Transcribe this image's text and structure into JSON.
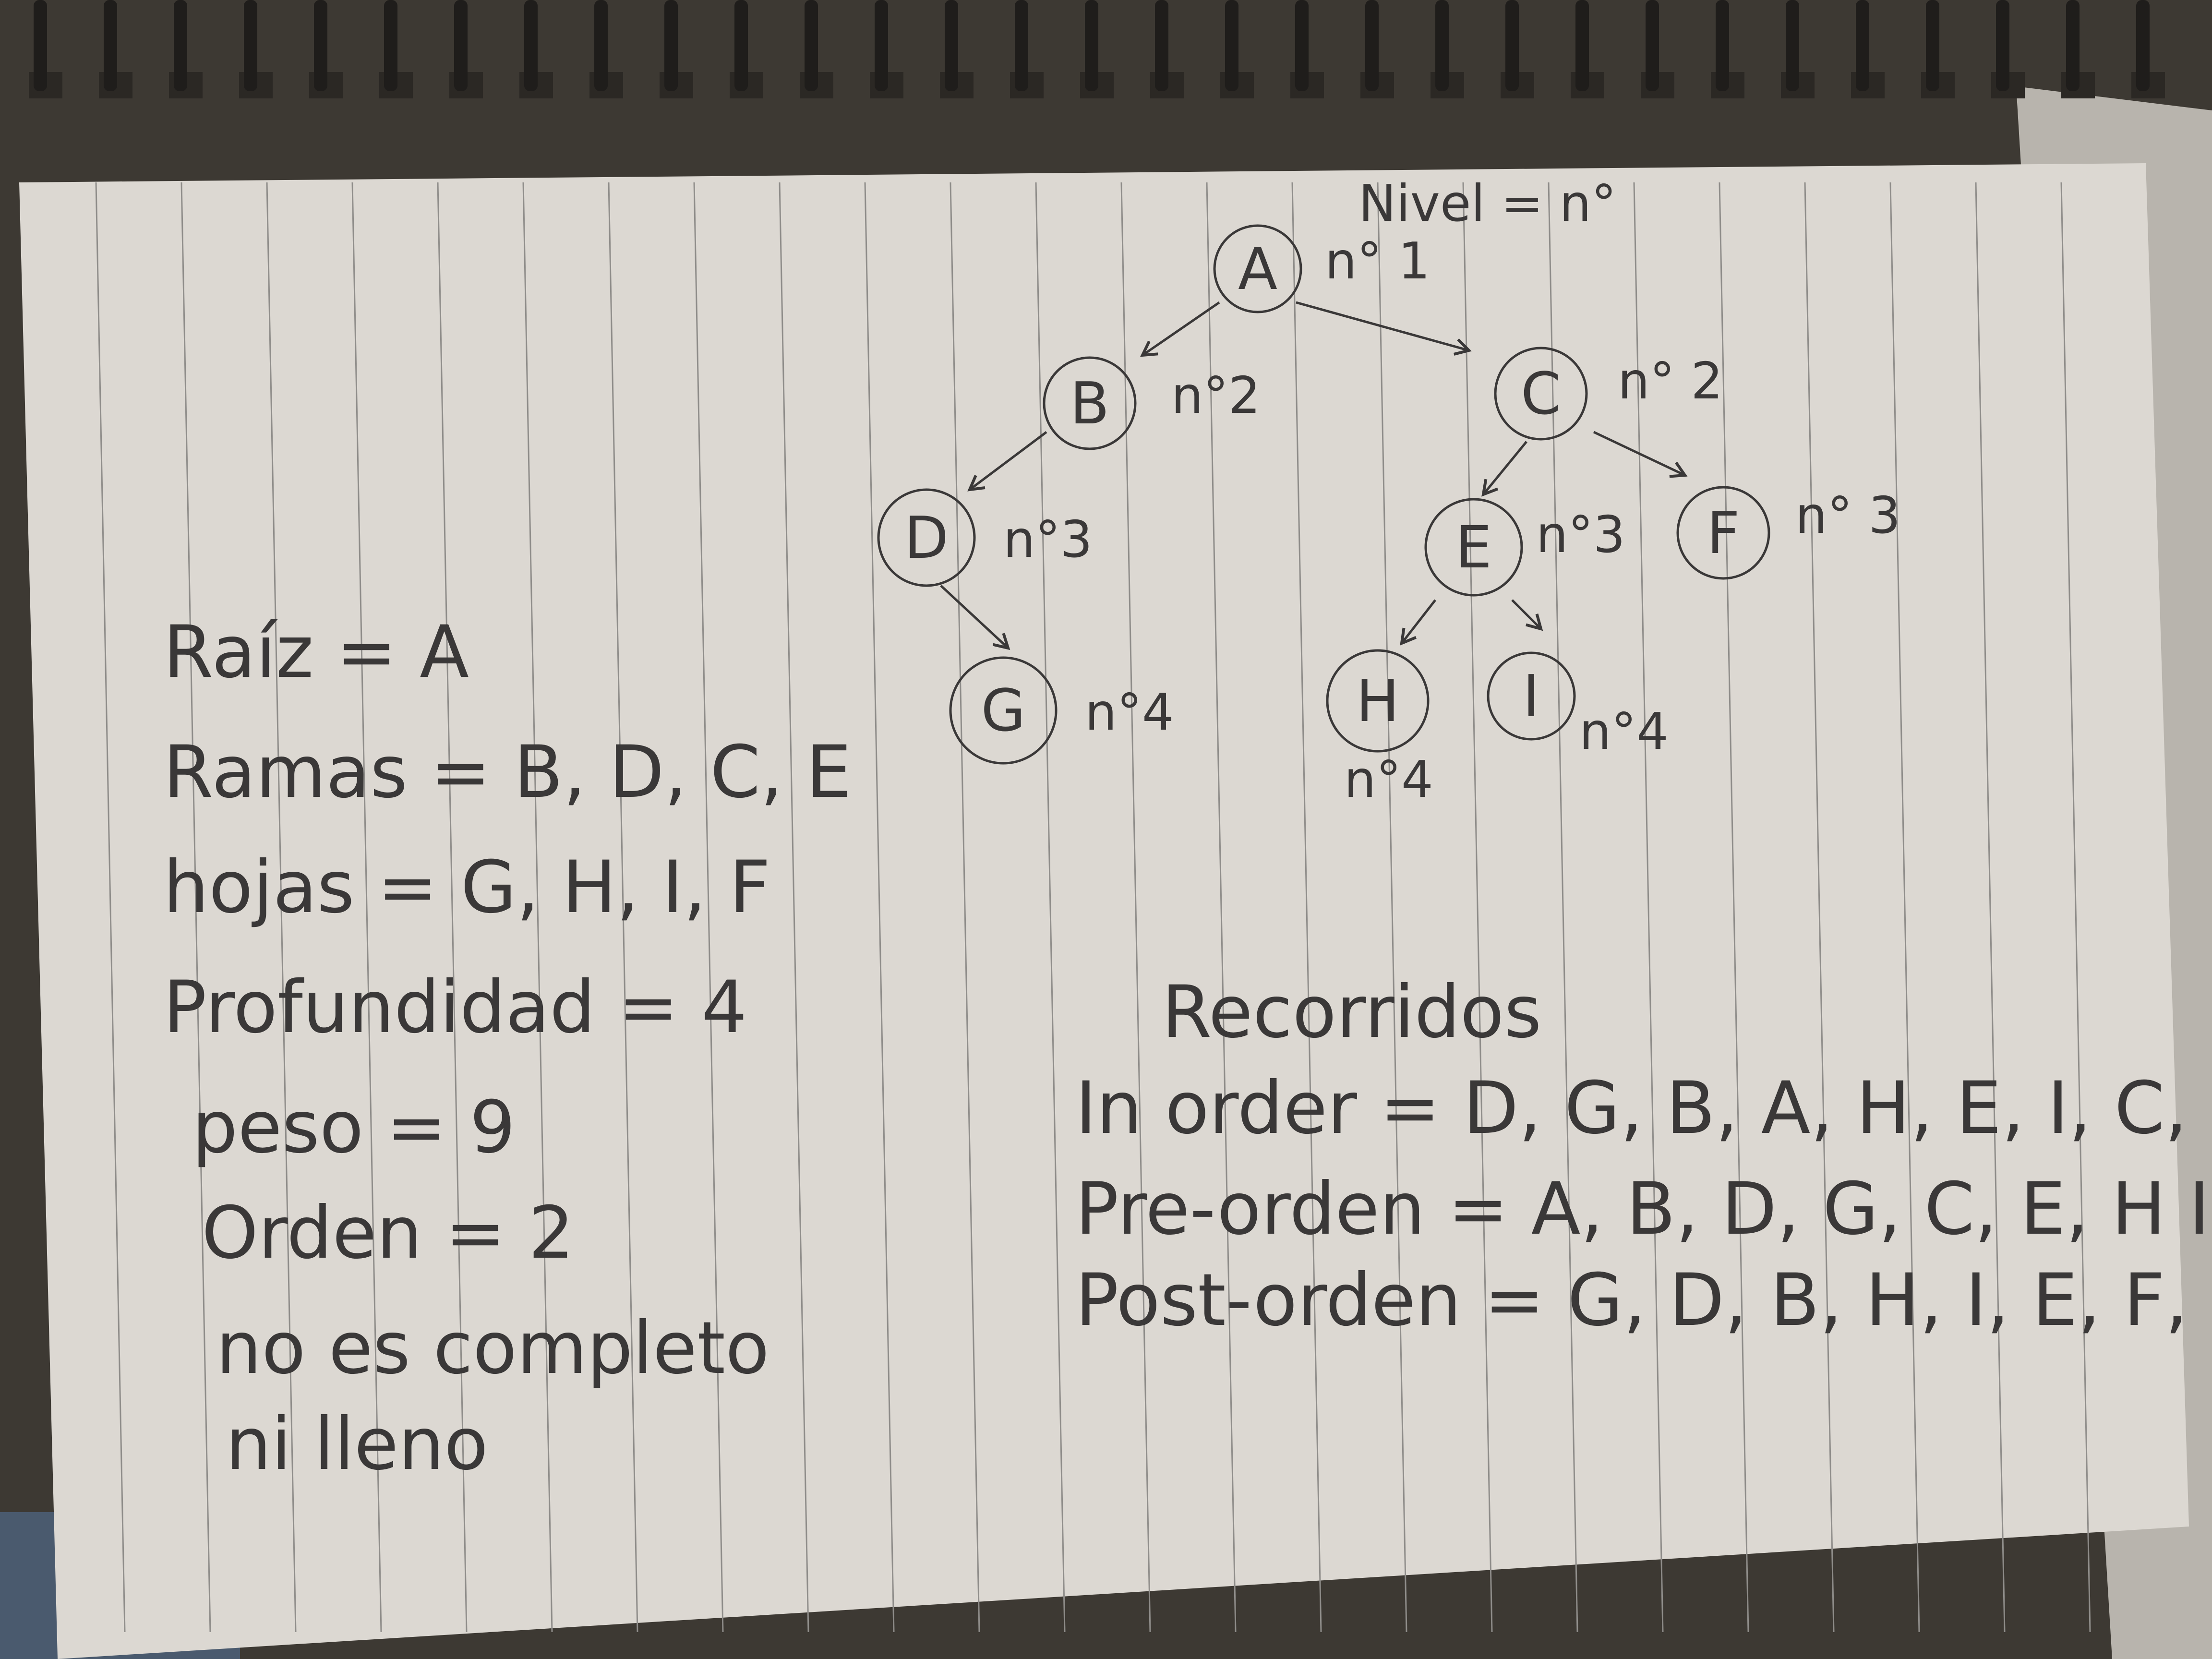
{
  "notebook": {
    "paper_color": "#dcd8d2",
    "ink_color": "#3a3838",
    "line_color": "#8f8d8a"
  },
  "tree": {
    "level_heading": "Nivel = n°",
    "nodes": [
      {
        "id": "A",
        "label": "A",
        "level_label": "n° 1"
      },
      {
        "id": "B",
        "label": "B",
        "level_label": "n°2"
      },
      {
        "id": "C",
        "label": "C",
        "level_label": "n° 2"
      },
      {
        "id": "D",
        "label": "D",
        "level_label": "n°3"
      },
      {
        "id": "E",
        "label": "E",
        "level_label": "n°3"
      },
      {
        "id": "F",
        "label": "F",
        "level_label": "n° 3"
      },
      {
        "id": "G",
        "label": "G",
        "level_label": "n°4"
      },
      {
        "id": "H",
        "label": "H",
        "level_label": "n°4"
      },
      {
        "id": "I",
        "label": "I",
        "level_label": "n°4"
      }
    ],
    "edges": [
      [
        "A",
        "B"
      ],
      [
        "A",
        "C"
      ],
      [
        "B",
        "D"
      ],
      [
        "D",
        "G"
      ],
      [
        "C",
        "E"
      ],
      [
        "C",
        "F"
      ],
      [
        "E",
        "H"
      ],
      [
        "E",
        "I"
      ]
    ]
  },
  "properties": {
    "raiz": "Raíz = A",
    "ramas": "Ramas = B, D, C, E",
    "hojas": "hojas = G, H, I, F",
    "profundidad": "Profundidad = 4",
    "peso": "peso = 9",
    "orden": "Orden = 2",
    "completo_1": "no es completo",
    "completo_2": "ni lleno"
  },
  "traversals": {
    "heading": "Recorridos",
    "in_order": "In order = D, G, B, A, H, E, I, C, F",
    "pre_order": "Pre-orden = A, B, D, G, C, E, H I, F",
    "post_order": "Post-orden = G, D, B, H, I, E, F, C, A"
  }
}
